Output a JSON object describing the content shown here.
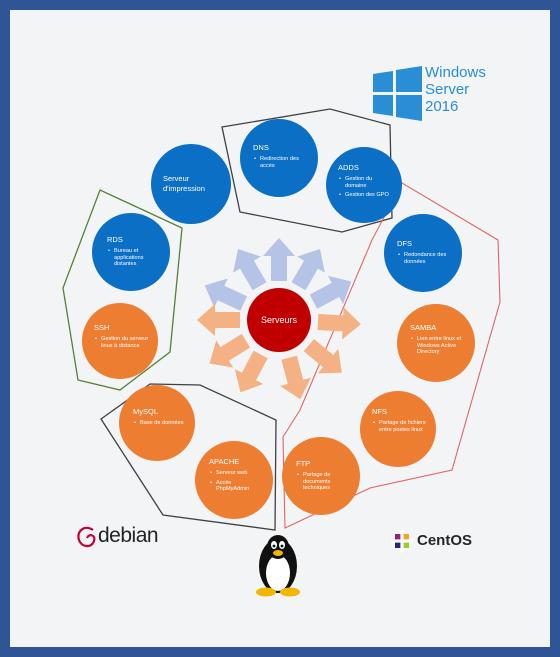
{
  "center": {
    "label": "Serveurs"
  },
  "windows_logo": {
    "line1": "Windows",
    "line2": "Server",
    "line3": "2016"
  },
  "debian_logo": {
    "text": "debian"
  },
  "centos_logo": {
    "text": "CentOS"
  },
  "nodes": {
    "print": {
      "title": "Serveur d'impression",
      "bullets": []
    },
    "dns": {
      "title": "DNS",
      "bullets": [
        "Redirection des accès"
      ]
    },
    "adds": {
      "title": "ADDS",
      "bullets": [
        "Gestion du domaine",
        "Gestion des GPO"
      ]
    },
    "rds": {
      "title": "RDS",
      "bullets": [
        "Bureau et applications distantes"
      ]
    },
    "ssh": {
      "title": "SSH",
      "bullets": [
        "Gestion du serveur linux à distance"
      ]
    },
    "dfs": {
      "title": "DFS",
      "bullets": [
        "Redondance des données"
      ]
    },
    "samba": {
      "title": "SAMBA",
      "bullets": [
        "Lien entre linux et Windows Active Directory"
      ]
    },
    "nfs": {
      "title": "NFS",
      "bullets": [
        "Partage de fichiers entre postes linux"
      ]
    },
    "ftp": {
      "title": "FTP",
      "bullets": [
        "Partage de documents techniques"
      ]
    },
    "mysql": {
      "title": "MySQL",
      "bullets": [
        "Base de données"
      ]
    },
    "apache": {
      "title": "APACHE",
      "bullets": [
        "Serveur web",
        "Accès PhpMyAdmin"
      ]
    }
  },
  "colors": {
    "blue": "#0b6fc6",
    "orange": "#ed7d31",
    "center": "#c00000",
    "arrow_blue": "#b4c3e6",
    "arrow_orange": "#f4b183",
    "frame": "#2f5597"
  }
}
